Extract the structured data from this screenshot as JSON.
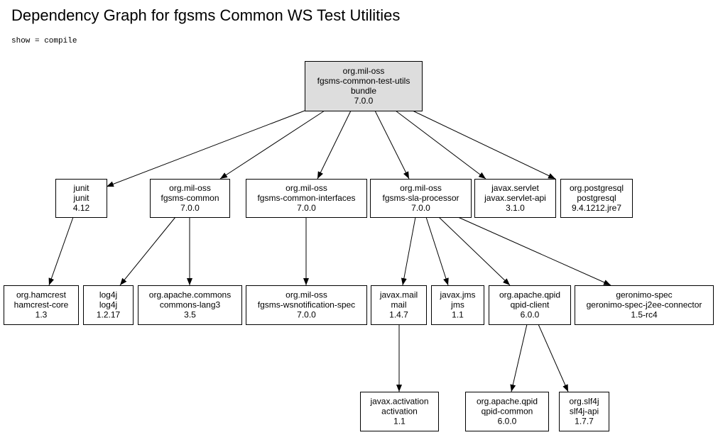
{
  "header": {
    "title": "Dependency Graph for fgsms Common WS Test Utilities",
    "subtitle": "show = compile"
  },
  "nodes": [
    {
      "id": "root",
      "lines": [
        "org.mil-oss",
        "fgsms-common-test-utils",
        "bundle",
        "7.0.0"
      ],
      "fill": "#dddddd"
    },
    {
      "id": "junit",
      "lines": [
        "junit",
        "junit",
        "4.12"
      ],
      "fill": "#ffffff"
    },
    {
      "id": "fgsms-common",
      "lines": [
        "org.mil-oss",
        "fgsms-common",
        "7.0.0"
      ],
      "fill": "#ffffff"
    },
    {
      "id": "fgsms-common-interfaces",
      "lines": [
        "org.mil-oss",
        "fgsms-common-interfaces",
        "7.0.0"
      ],
      "fill": "#ffffff"
    },
    {
      "id": "fgsms-sla-processor",
      "lines": [
        "org.mil-oss",
        "fgsms-sla-processor",
        "7.0.0"
      ],
      "fill": "#ffffff"
    },
    {
      "id": "servlet-api",
      "lines": [
        "javax.servlet",
        "javax.servlet-api",
        "3.1.0"
      ],
      "fill": "#ffffff"
    },
    {
      "id": "postgresql",
      "lines": [
        "org.postgresql",
        "postgresql",
        "9.4.1212.jre7"
      ],
      "fill": "#ffffff"
    },
    {
      "id": "hamcrest-core",
      "lines": [
        "org.hamcrest",
        "hamcrest-core",
        "1.3"
      ],
      "fill": "#ffffff"
    },
    {
      "id": "log4j",
      "lines": [
        "log4j",
        "log4j",
        "1.2.17"
      ],
      "fill": "#ffffff"
    },
    {
      "id": "commons-lang3",
      "lines": [
        "org.apache.commons",
        "commons-lang3",
        "3.5"
      ],
      "fill": "#ffffff"
    },
    {
      "id": "wsnotification-spec",
      "lines": [
        "org.mil-oss",
        "fgsms-wsnotification-spec",
        "7.0.0"
      ],
      "fill": "#ffffff"
    },
    {
      "id": "mail",
      "lines": [
        "javax.mail",
        "mail",
        "1.4.7"
      ],
      "fill": "#ffffff"
    },
    {
      "id": "jms",
      "lines": [
        "javax.jms",
        "jms",
        "1.1"
      ],
      "fill": "#ffffff"
    },
    {
      "id": "qpid-client",
      "lines": [
        "org.apache.qpid",
        "qpid-client",
        "6.0.0"
      ],
      "fill": "#ffffff"
    },
    {
      "id": "geronimo",
      "lines": [
        "geronimo-spec",
        "geronimo-spec-j2ee-connector",
        "1.5-rc4"
      ],
      "fill": "#ffffff"
    },
    {
      "id": "activation",
      "lines": [
        "javax.activation",
        "activation",
        "1.1"
      ],
      "fill": "#ffffff"
    },
    {
      "id": "qpid-common",
      "lines": [
        "org.apache.qpid",
        "qpid-common",
        "6.0.0"
      ],
      "fill": "#ffffff"
    },
    {
      "id": "slf4j-api",
      "lines": [
        "org.slf4j",
        "slf4j-api",
        "1.7.7"
      ],
      "fill": "#ffffff"
    }
  ],
  "edges": [
    {
      "from": "root",
      "to": "junit"
    },
    {
      "from": "root",
      "to": "fgsms-common"
    },
    {
      "from": "root",
      "to": "fgsms-common-interfaces"
    },
    {
      "from": "root",
      "to": "fgsms-sla-processor"
    },
    {
      "from": "root",
      "to": "servlet-api"
    },
    {
      "from": "root",
      "to": "postgresql"
    },
    {
      "from": "junit",
      "to": "hamcrest-core"
    },
    {
      "from": "fgsms-common",
      "to": "log4j"
    },
    {
      "from": "fgsms-common",
      "to": "commons-lang3"
    },
    {
      "from": "fgsms-common-interfaces",
      "to": "wsnotification-spec"
    },
    {
      "from": "fgsms-sla-processor",
      "to": "mail"
    },
    {
      "from": "fgsms-sla-processor",
      "to": "jms"
    },
    {
      "from": "fgsms-sla-processor",
      "to": "qpid-client"
    },
    {
      "from": "fgsms-sla-processor",
      "to": "geronimo"
    },
    {
      "from": "mail",
      "to": "activation"
    },
    {
      "from": "qpid-client",
      "to": "qpid-common"
    },
    {
      "from": "qpid-client",
      "to": "slf4j-api"
    }
  ]
}
